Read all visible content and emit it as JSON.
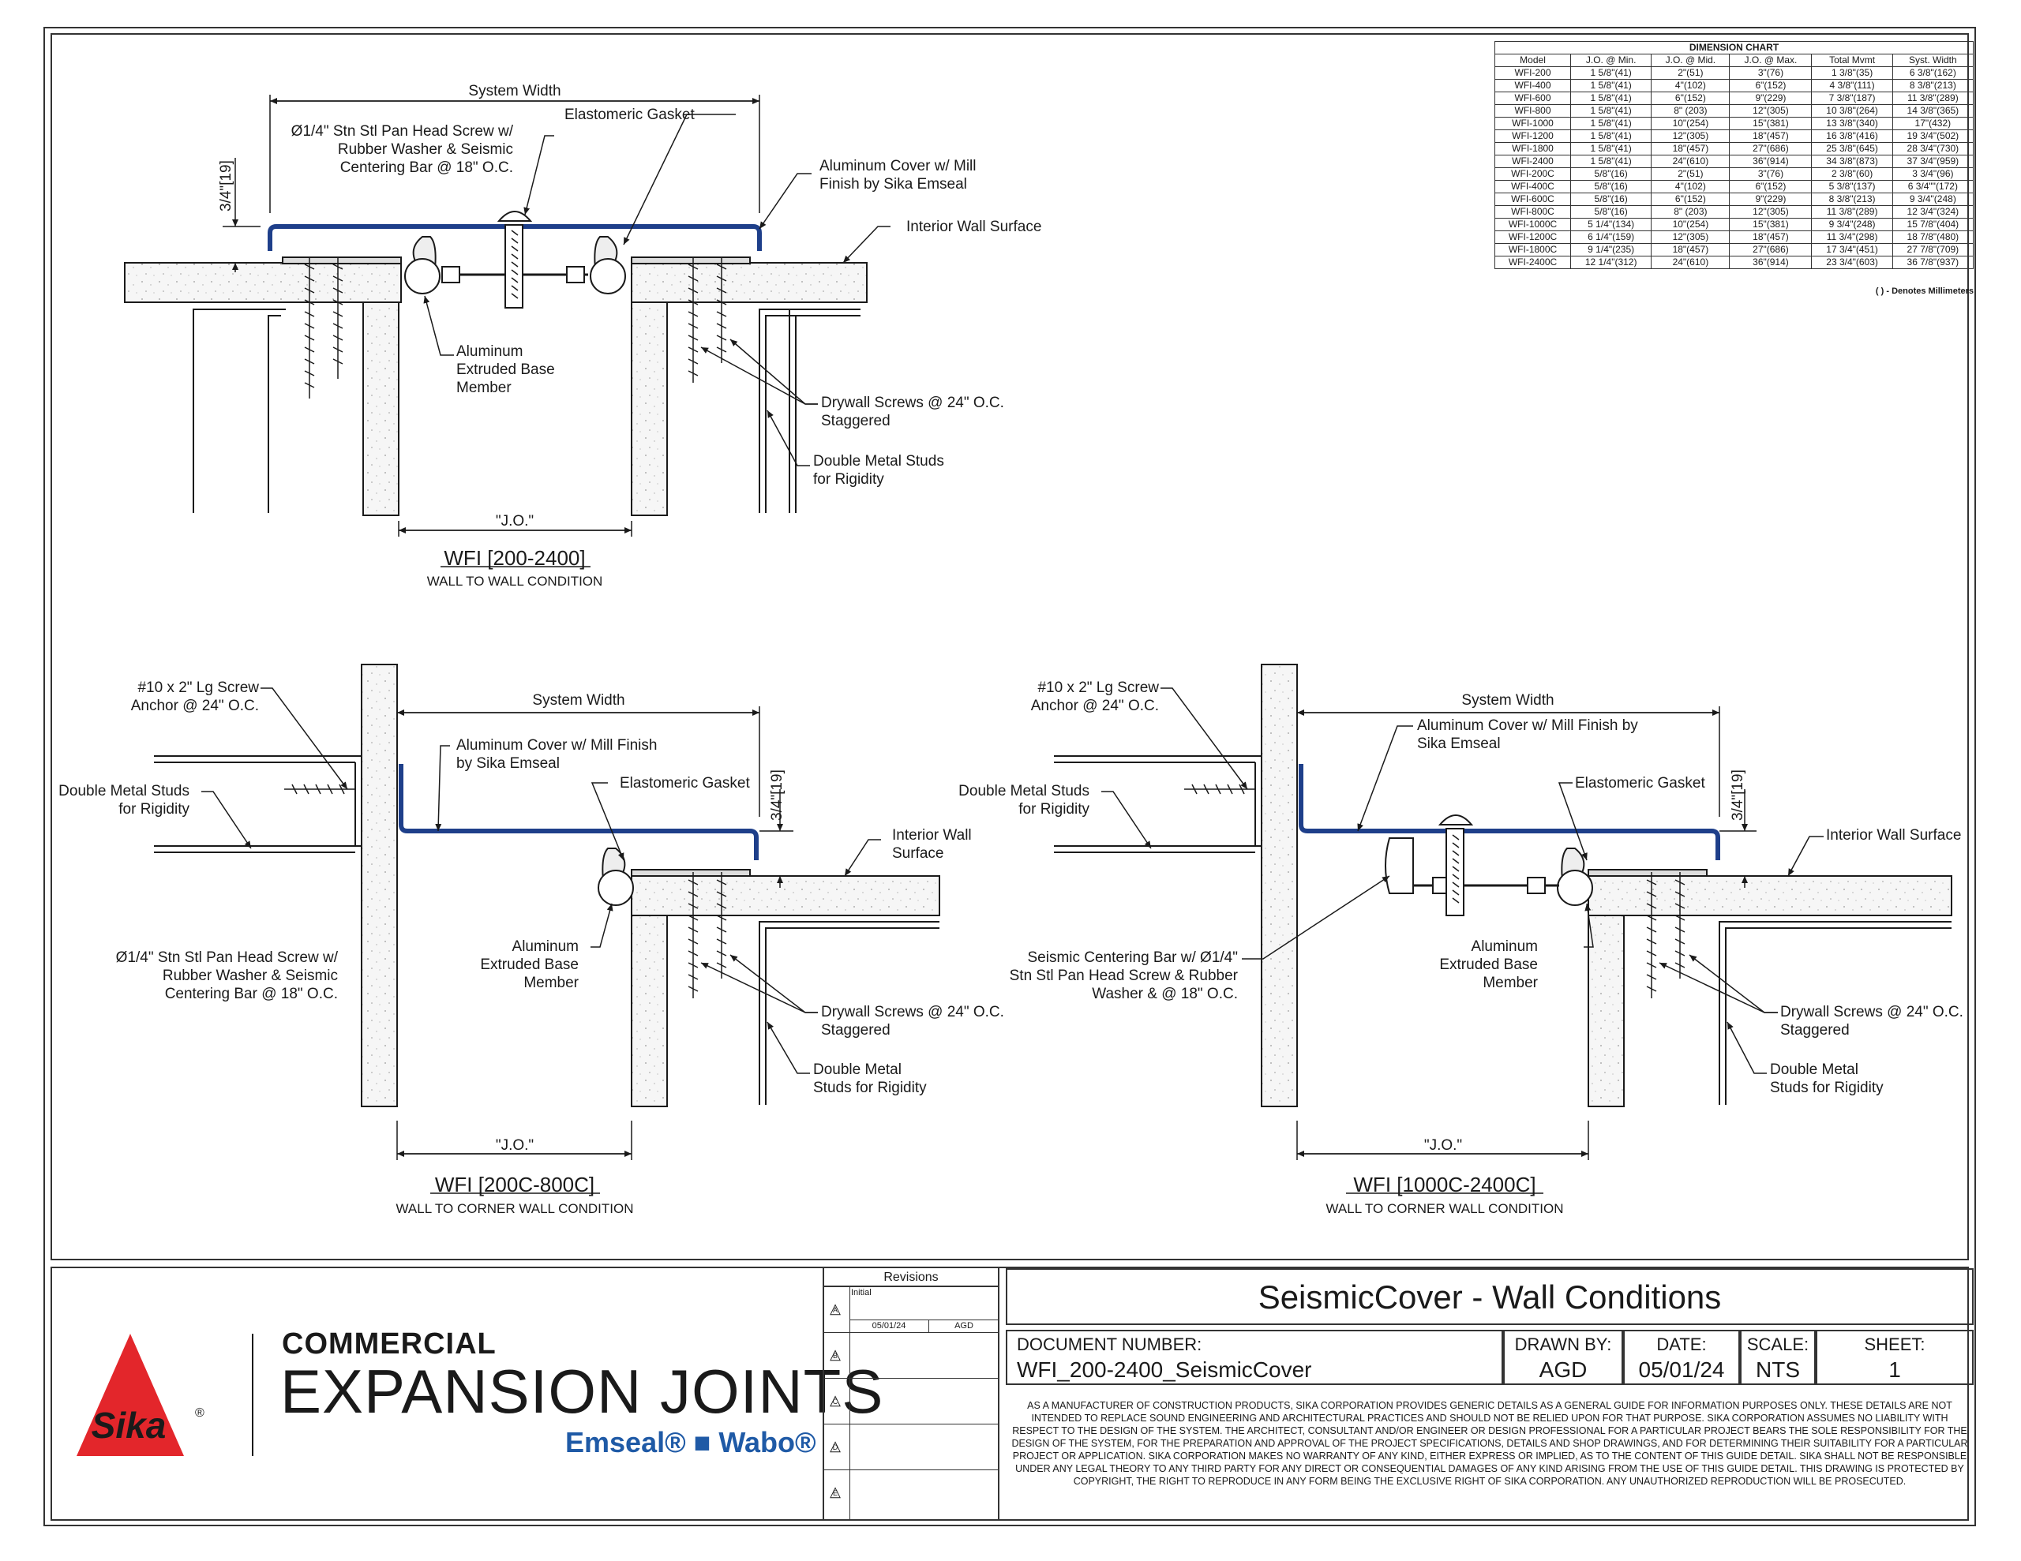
{
  "chart": {
    "title": "DIMENSION CHART",
    "headers": [
      "Model",
      "J.O. @ Min.",
      "J.O. @ Mid.",
      "J.O. @ Max.",
      "Total Mvmt",
      "Syst. Width"
    ],
    "rows": [
      [
        "WFI-200",
        "1 5/8\"(41)",
        "2\"(51)",
        "3\"(76)",
        "1 3/8\"(35)",
        "6 3/8\"(162)"
      ],
      [
        "WFI-400",
        "1 5/8\"(41)",
        "4\"(102)",
        "6\"(152)",
        "4 3/8\"(111)",
        "8 3/8\"(213)"
      ],
      [
        "WFI-600",
        "1 5/8\"(41)",
        "6\"(152)",
        "9\"(229)",
        "7 3/8\"(187)",
        "11 3/8\"(289)"
      ],
      [
        "WFI-800",
        "1 5/8\"(41)",
        "8\" (203)",
        "12\"(305)",
        "10 3/8\"(264)",
        "14 3/8\"(365)"
      ],
      [
        "WFI-1000",
        "1 5/8\"(41)",
        "10\"(254)",
        "15\"(381)",
        "13 3/8\"(340)",
        "17\"(432)"
      ],
      [
        "WFI-1200",
        "1 5/8\"(41)",
        "12\"(305)",
        "18\"(457)",
        "16 3/8\"(416)",
        "19 3/4\"(502)"
      ],
      [
        "WFI-1800",
        "1 5/8\"(41)",
        "18\"(457)",
        "27\"(686)",
        "25 3/8\"(645)",
        "28 3/4\"(730)"
      ],
      [
        "WFI-2400",
        "1 5/8\"(41)",
        "24\"(610)",
        "36\"(914)",
        "34 3/8\"(873)",
        "37 3/4\"(959)"
      ],
      [
        "WFI-200C",
        "5/8\"(16)",
        "2\"(51)",
        "3\"(76)",
        "2 3/8\"(60)",
        "3 3/4\"(96)"
      ],
      [
        "WFI-400C",
        "5/8\"(16)",
        "4\"(102)",
        "6\"(152)",
        "5 3/8\"(137)",
        "6 3/4\"\"(172)"
      ],
      [
        "WFI-600C",
        "5/8\"(16)",
        "6\"(152)",
        "9\"(229)",
        "8 3/8\"(213)",
        "9 3/4\"(248)"
      ],
      [
        "WFI-800C",
        "5/8\"(16)",
        "8\" (203)",
        "12\"(305)",
        "11 3/8\"(289)",
        "12 3/4\"(324)"
      ],
      [
        "WFI-1000C",
        "5 1/4\"(134)",
        "10\"(254)",
        "15\"(381)",
        "9 3/4\"(248)",
        "15 7/8\"(404)"
      ],
      [
        "WFI-1200C",
        "6 1/4\"(159)",
        "12\"(305)",
        "18\"(457)",
        "11 3/4\"(298)",
        "18 7/8\"(480)"
      ],
      [
        "WFI-1800C",
        "9 1/4\"(235)",
        "18\"(457)",
        "27\"(686)",
        "17 3/4\"(451)",
        "27 7/8\"(709)"
      ],
      [
        "WFI-2400C",
        "12 1/4\"(312)",
        "24\"(610)",
        "36\"(914)",
        "23 3/4\"(603)",
        "36 7/8\"(937)"
      ]
    ],
    "note": "( ) - Denotes Millimeters"
  },
  "detail1": {
    "title": "WFI [200-2400]",
    "subtitle": "WALL TO WALL CONDITION",
    "system_width": "System Width",
    "jo": "\"J.O.\"",
    "dim_height": "3/4\"[19]",
    "callouts": {
      "screw1": "Ø1/4\" Stn Stl Pan Head Screw w/",
      "screw2": "Rubber Washer & Seismic",
      "screw3": "Centering Bar @ 18\" O.C.",
      "gasket": "Elastomeric Gasket",
      "cover1": "Aluminum Cover w/ Mill",
      "cover2": "Finish by Sika Emseal",
      "surface": "Interior Wall Surface",
      "base1": "Aluminum",
      "base2": "Extruded Base",
      "base3": "Member",
      "drywall1": "Drywall Screws @ 24\" O.C.",
      "drywall2": "Staggered",
      "studs1": "Double Metal Studs",
      "studs2": "for Rigidity"
    }
  },
  "detail2": {
    "title": "WFI [200C-800C]",
    "subtitle": "WALL TO CORNER WALL CONDITION",
    "system_width": "System Width",
    "jo": "\"J.O.\"",
    "dim_height": "3/4\"[19]",
    "callouts": {
      "anchor1": "#10 x 2\" Lg Screw",
      "anchor2": "Anchor @ 24\" O.C.",
      "cover1": "Aluminum Cover w/ Mill Finish",
      "cover2": "by Sika Emseal",
      "gasket": "Elastomeric Gasket",
      "studs_left1": "Double Metal Studs",
      "studs_left2": "for Rigidity",
      "surface1": "Interior Wall",
      "surface2": "Surface",
      "screw1": "Ø1/4\" Stn Stl Pan Head Screw w/",
      "screw2": "Rubber Washer & Seismic",
      "screw3": "Centering Bar @ 18\" O.C.",
      "base1": "Aluminum",
      "base2": "Extruded Base",
      "base3": "Member",
      "drywall1": "Drywall Screws @ 24\" O.C.",
      "drywall2": "Staggered",
      "studs1": "Double Metal",
      "studs2": "Studs for Rigidity"
    }
  },
  "detail3": {
    "title": "WFI [1000C-2400C]",
    "subtitle": "WALL TO CORNER WALL CONDITION",
    "system_width": "System Width",
    "jo": "\"J.O.\"",
    "dim_height": "3/4\"[19]",
    "callouts": {
      "anchor1": "#10 x 2\" Lg Screw",
      "anchor2": "Anchor @ 24\" O.C.",
      "cover1": "Aluminum Cover w/ Mill Finish by",
      "cover2": "Sika Emseal",
      "gasket": "Elastomeric Gasket",
      "studs_left1": "Double Metal Studs",
      "studs_left2": "for Rigidity",
      "surface": "Interior Wall Surface",
      "bar1": "Seismic Centering Bar w/ Ø1/4\"",
      "bar2": "Stn Stl Pan Head Screw & Rubber",
      "bar3": "Washer &  @ 18\" O.C.",
      "base1": "Aluminum",
      "base2": "Extruded Base",
      "base3": "Member",
      "drywall1": "Drywall Screws @ 24\" O.C.",
      "drywall2": "Staggered",
      "studs1": "Double Metal",
      "studs2": "Studs for Rigidity"
    }
  },
  "brand": {
    "logo_text": "Sika",
    "line1": "COMMERCIAL",
    "line2": "EXPANSION JOINTS",
    "line3": "Emseal® ■ Wabo®"
  },
  "revisions": {
    "title": "Revisions",
    "marks": [
      "A",
      "B",
      "C",
      "D",
      "E"
    ],
    "initial": "Initial",
    "date": "05/01/24",
    "by": "AGD"
  },
  "titleblock": {
    "title": "SeismicCover - Wall Conditions",
    "doc_label": "DOCUMENT NUMBER:",
    "doc_value": "WFI_200-2400_SeismicCover",
    "drawn_label": "DRAWN BY:",
    "drawn_value": "AGD",
    "date_label": "DATE:",
    "date_value": "05/01/24",
    "scale_label": "SCALE:",
    "scale_value": "NTS",
    "sheet_label": "SHEET:",
    "sheet_value": "1",
    "disclaimer": "As a manufacturer of construction products, Sika Corporation provides generic details as a general guide for information purposes only. These details are not intended to replace sound engineering and architectural practices and should not be relied upon for that purpose. Sika Corporation assumes no liability with respect to the design of the system. The architect, consultant and/or engineer or design professional for a particular project bears the sole responsibility for the design of the system, for the preparation and approval of the project specifications, details and shop drawings, and for determining their suitability for a particular project or application. Sika Corporation makes no warranty of any kind, either express or implied, as to the content of this guide detail. Sika shall not be responsible under any legal theory to any third party for any direct or consequential damages of any kind arising from the use of this guide detail. This drawing is protected by copyright, the right to reproduce in any form being the exclusive right of Sika Corporation. Any unauthorized reproduction will be prosecuted."
  },
  "colors": {
    "cover": "#1e3f8a",
    "sika_red": "#e3262b",
    "brand_blue": "#1f5aa6",
    "line": "#1a1a1a",
    "concrete": "#f4f4f4"
  }
}
